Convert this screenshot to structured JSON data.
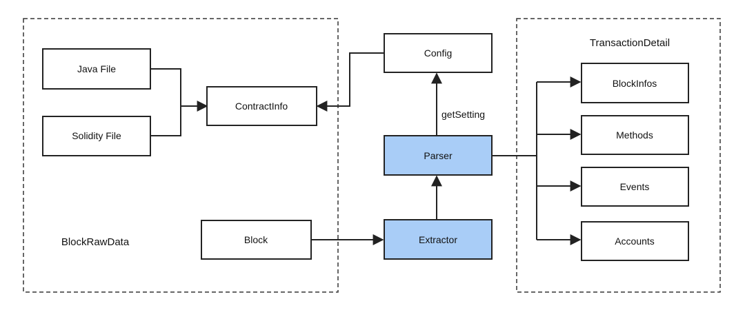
{
  "diagram": {
    "groups": {
      "block_raw_data": "BlockRawData",
      "transaction_detail": "TransactionDetail"
    },
    "nodes": {
      "java_file": "Java File",
      "solidity_file": "Solidity File",
      "contract_info": "ContractInfo",
      "block": "Block",
      "config": "Config",
      "parser": "Parser",
      "extractor": "Extractor",
      "block_infos": "BlockInfos",
      "methods": "Methods",
      "events": "Events",
      "accounts": "Accounts"
    },
    "edge_labels": {
      "get_setting": "getSetting"
    },
    "colors": {
      "highlight_fill": "#a9cdf7",
      "default_fill": "#ffffff",
      "stroke": "#222222"
    }
  }
}
